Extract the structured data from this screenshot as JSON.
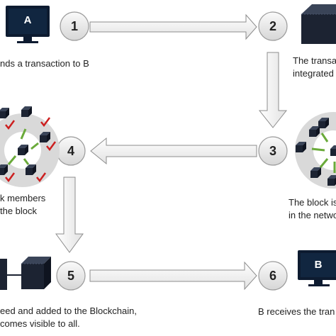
{
  "steps": [
    {
      "number": "1"
    },
    {
      "number": "2"
    },
    {
      "number": "3"
    },
    {
      "number": "4"
    },
    {
      "number": "5"
    },
    {
      "number": "6"
    }
  ],
  "monitors": {
    "a_letter": "A",
    "b_letter": "B"
  },
  "captions": {
    "c1": "nds a transaction to B",
    "c2_line1": "The transa",
    "c2_line2": "integrated",
    "c3_line1": "The block is",
    "c3_line2": "in the netwo",
    "c4_line1": "k members",
    "c4_line2": "the block",
    "c5_line1": "eed and added to the Blockchain,",
    "c5_line2": "comes visible to all.",
    "c6": "B receives the tran"
  },
  "colors": {
    "circle_fill": "#e8e8e8",
    "circle_stroke": "#9a9a9a",
    "arrow_fill": "#f2f2f2",
    "arrow_stroke": "#8c8c8c",
    "monitor": "#0d1b30",
    "cube": "#1c2332",
    "network_ring": "#d9d9d9",
    "green_arrow": "#6aaa3a",
    "red_check": "#cc1f1f"
  },
  "icons": [
    "monitor-icon",
    "cube-icon",
    "network-icon",
    "checkmark-icon",
    "block-chain-icon"
  ]
}
